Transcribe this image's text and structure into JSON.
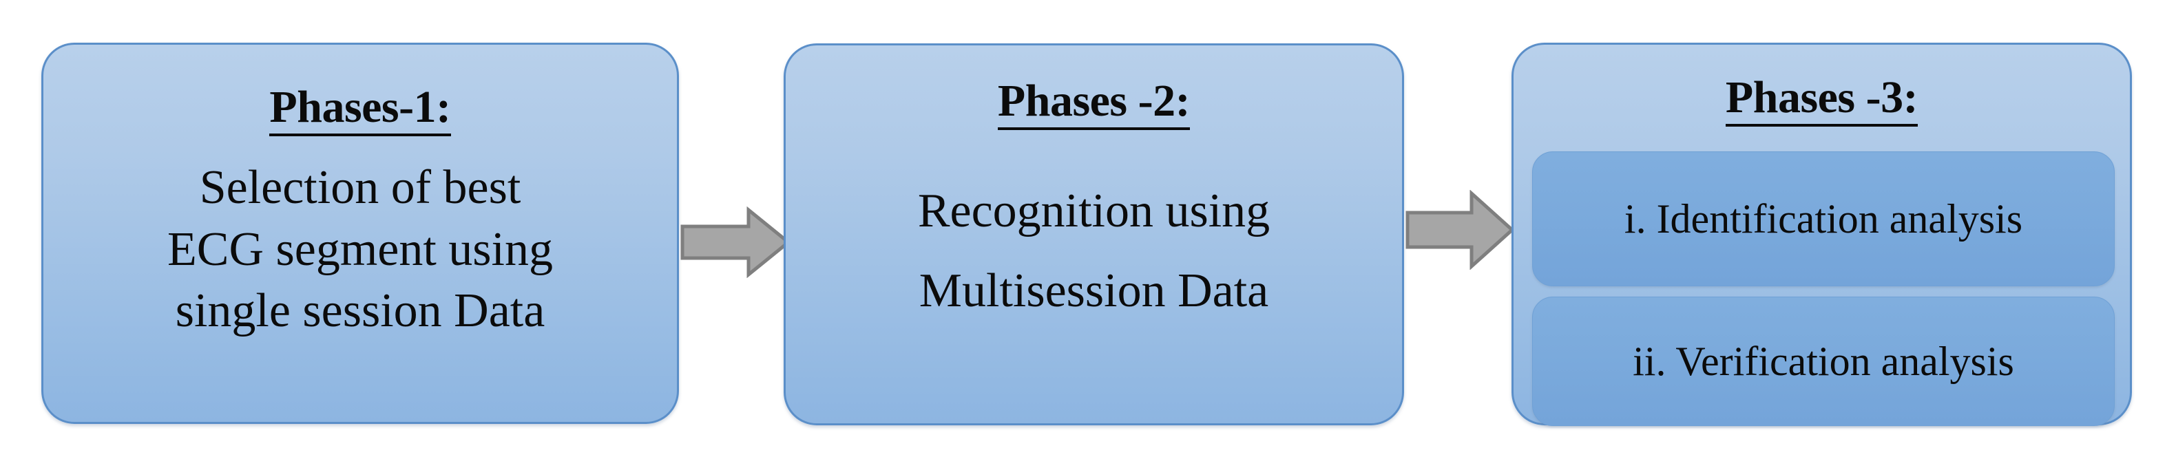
{
  "diagram": {
    "title": "ECG biometric recognition three-phase workflow",
    "colors": {
      "box_fill_top": "#B8D0EB",
      "box_fill_bottom": "#8DB5E1",
      "box_border": "#5B8FC9",
      "sub_item_fill": "#7BAADC",
      "arrow_fill": "#A6A6A6",
      "arrow_border": "#7F7F7F",
      "text": "#0B0B0B",
      "background": "#FFFFFF"
    },
    "phases": [
      {
        "id": "phase-1",
        "title": "Phases-1:",
        "body": "Selection of best\nECG segment using\nsingle session Data",
        "sub_items": []
      },
      {
        "id": "phase-2",
        "title": "Phases -2:",
        "body": "Recognition using\nMultisession Data",
        "sub_items": []
      },
      {
        "id": "phase-3",
        "title": "Phases -3:",
        "body": "",
        "sub_items": [
          {
            "id": "identification",
            "label": "i. Identification analysis"
          },
          {
            "id": "verification",
            "label": "ii. Verification analysis"
          }
        ]
      }
    ],
    "connectors": [
      {
        "id": "arrow-1",
        "icon": "right-block-arrow-icon",
        "from": "phase-1",
        "to": "phase-2"
      },
      {
        "id": "arrow-2",
        "icon": "right-block-arrow-icon",
        "from": "phase-2",
        "to": "phase-3"
      }
    ]
  }
}
